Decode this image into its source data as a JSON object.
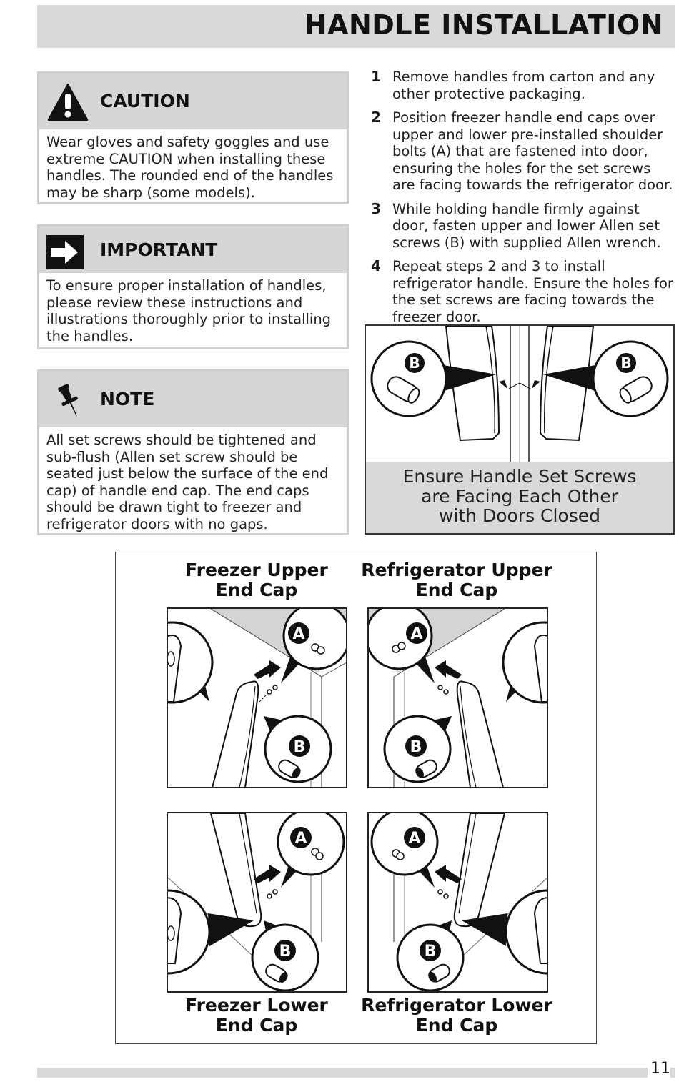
{
  "page": {
    "title": "HANDLE INSTALLATION",
    "page_number": "11"
  },
  "caution": {
    "title": "CAUTION",
    "body": "Wear gloves and safety goggles and use extreme CAUTION when installing these handles. The rounded end of the handles may be sharp (some models).",
    "icon": "warning-triangle-icon"
  },
  "important": {
    "title": "IMPORTANT",
    "body": "To ensure proper installation of handles, please review these instructions and illustrations thoroughly prior to installing the handles.",
    "icon": "arrow-right-icon"
  },
  "note": {
    "title": "NOTE",
    "body": "All set screws should be tightened and sub-flush (Allen set screw should be seated just below the surface of the end cap) of handle end cap. The end caps should be drawn tight to freezer and refrigerator doors with no gaps.",
    "icon": "pushpin-icon"
  },
  "steps": [
    {
      "num": "1",
      "text": "Remove handles from carton and any other protective packaging."
    },
    {
      "num": "2",
      "text": "Position freezer handle end caps over upper and lower pre-installed shoulder bolts (A) that are fastened into door, ensuring the holes for the set screws are facing towards the refrigerator door."
    },
    {
      "num": "3",
      "text": "While holding handle firmly against door, fasten upper and lower Allen set screws (B) with supplied Allen wrench."
    },
    {
      "num": "4",
      "text": "Repeat steps 2 and 3 to install refrigerator handle. Ensure the holes for the set screws are facing towards the freezer door."
    }
  ],
  "figure_top": {
    "caption_line1": "Ensure Handle Set Screws",
    "caption_line2": "are Facing Each Other",
    "caption_line3": "with Doors Closed",
    "callout_left": "B",
    "callout_right": "B"
  },
  "figure_main": {
    "freezer_upper_line1": "Freezer Upper",
    "freezer_upper_line2": "End Cap",
    "fridge_upper_line1": "Refrigerator Upper",
    "fridge_upper_line2": "End Cap",
    "freezer_lower_line1": "Freezer Lower",
    "freezer_lower_line2": "End Cap",
    "fridge_lower_line1": "Refrigerator Lower",
    "fridge_lower_line2": "End Cap",
    "callout_a": "A",
    "callout_b": "B"
  }
}
